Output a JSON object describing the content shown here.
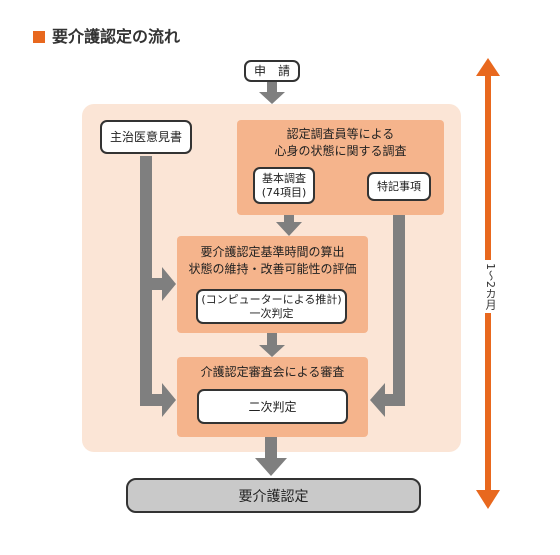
{
  "title": "要介護認定の流れ",
  "application": "申　請",
  "doctor_opinion": "主治医意見書",
  "survey_header": "認定調査員等による\n心身の状態に関する調査",
  "basic_survey": "基本調査\n(74項目)",
  "special_notes": "特記事項",
  "time_calc": "要介護認定基準時間の算出\n状態の維持・改善可能性の評価",
  "computer_estimate": "(コンピューターによる推計)\n一次判定",
  "committee_review": "介護認定審査会による審査",
  "second_judgment": "二次判定",
  "final_result": "要介護認定",
  "duration_label": "1〜2カ月",
  "colors": {
    "accent": "#e8681e",
    "panel": "#fbe5d6",
    "orange_box": "#f5b48c",
    "arrow": "#7f7f7f",
    "final_box": "#c9c9c9"
  }
}
